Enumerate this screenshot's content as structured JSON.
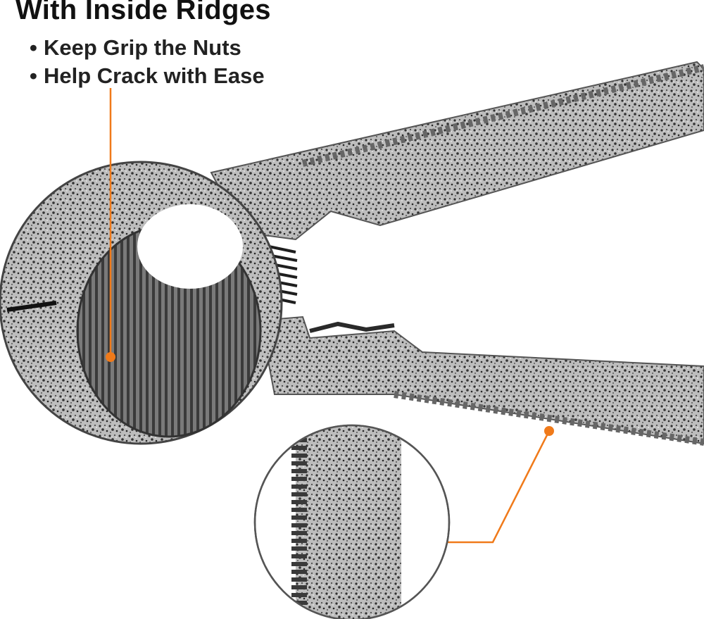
{
  "headline": "With Inside Ridges",
  "bullets": [
    {
      "marker": "•",
      "text": "Keep Grip the Nuts"
    },
    {
      "marker": "•",
      "text": "Help Crack with Ease"
    }
  ],
  "colors": {
    "accent": "#f07a1a",
    "metal_light": "#c9c9c9",
    "metal_dark": "#3a3a3a",
    "background": "#ffffff"
  },
  "product": "nutcracker-pliers"
}
